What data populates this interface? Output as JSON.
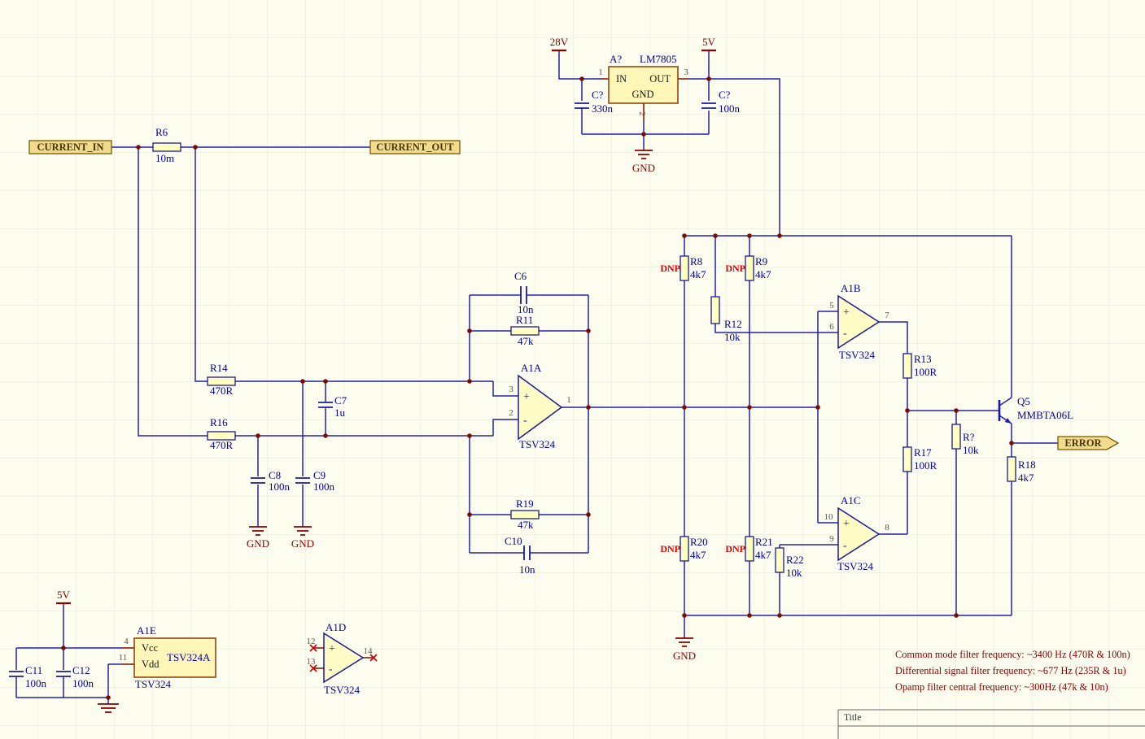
{
  "colors": {
    "background": "#FCFCEF",
    "grid_line": "#E8E8D6",
    "wire_blue": "#2121AE",
    "component_text_blue": "#0202A0",
    "pin_maroon": "#7A1000",
    "net_label_red": "#8B0000",
    "dnp_red": "#E00000",
    "port_fill": "#F0DC8C",
    "port_border": "#7A5800",
    "body_fill": "#FFFFC2",
    "ic_box_fill": "#FFF6B8",
    "ic_box_border": "#8A3C00"
  },
  "nets": {
    "v28": "28V",
    "v5": "5V",
    "gnd": "GND"
  },
  "ports": {
    "current_in": "CURRENT_IN",
    "current_out": "CURRENT_OUT",
    "error": "ERROR"
  },
  "regulator": {
    "designator": "A?",
    "part": "LM7805",
    "pin1_num": "1",
    "pin2_num": "2",
    "pin3_num": "3",
    "pin_in": "IN",
    "pin_out": "OUT",
    "pin_gnd": "GND",
    "cap_in_ref": "C?",
    "cap_in_val": "330n",
    "cap_out_ref": "C?",
    "cap_out_val": "100n"
  },
  "resistors": {
    "r6": {
      "ref": "R6",
      "val": "10m"
    },
    "r14": {
      "ref": "R14",
      "val": "470R"
    },
    "r16": {
      "ref": "R16",
      "val": "470R"
    },
    "r11": {
      "ref": "R11",
      "val": "47k"
    },
    "r19": {
      "ref": "R19",
      "val": "47k"
    },
    "r8": {
      "ref": "R8",
      "val": "4k7"
    },
    "r9": {
      "ref": "R9",
      "val": "4k7"
    },
    "r12": {
      "ref": "R12",
      "val": "10k"
    },
    "r20": {
      "ref": "R20",
      "val": "4k7"
    },
    "r21": {
      "ref": "R21",
      "val": "4k7"
    },
    "r22": {
      "ref": "R22",
      "val": "10k"
    },
    "r13": {
      "ref": "R13",
      "val": "100R"
    },
    "r17": {
      "ref": "R17",
      "val": "100R"
    },
    "rq": {
      "ref": "R?",
      "val": "10k"
    },
    "r18": {
      "ref": "R18",
      "val": "4k7"
    }
  },
  "dnp_label": "DNP",
  "capacitors": {
    "c6": {
      "ref": "C6",
      "val": "10n"
    },
    "c7": {
      "ref": "C7",
      "val": "1u"
    },
    "c8": {
      "ref": "C8",
      "val": "100n"
    },
    "c9": {
      "ref": "C9",
      "val": "100n"
    },
    "c10": {
      "ref": "C10",
      "val": "10n"
    },
    "c11": {
      "ref": "C11",
      "val": "100n"
    },
    "c12": {
      "ref": "C12",
      "val": "100n"
    }
  },
  "opamps": {
    "plus": "+",
    "minus": "-",
    "a1a": {
      "ref": "A1A",
      "part": "TSV324",
      "pin_plus": "3",
      "pin_minus": "2",
      "pin_out": "1"
    },
    "a1b": {
      "ref": "A1B",
      "part": "TSV324",
      "pin_plus": "5",
      "pin_minus": "6",
      "pin_out": "7"
    },
    "a1c": {
      "ref": "A1C",
      "part": "TSV324",
      "pin_plus": "10",
      "pin_minus": "9",
      "pin_out": "8"
    },
    "a1d": {
      "ref": "A1D",
      "part": "TSV324",
      "pin_plus": "12",
      "pin_minus": "13",
      "pin_out": "14"
    }
  },
  "transistor": {
    "ref": "Q5",
    "part": "MMBTA06L"
  },
  "power_part": {
    "ref": "A1E",
    "inner_part": "TSV324A",
    "part": "TSV324",
    "pin_vcc": "Vcc",
    "pin_vdd": "Vdd",
    "pin4_num": "4",
    "pin11_num": "11"
  },
  "notes": [
    "Common mode filter frequency: ~3400 Hz (470R & 100n)",
    "Differential signal filter frequency: ~677 Hz (235R & 1u)",
    "Opamp filter central frequency: ~300Hz (47k & 10n)"
  ],
  "title_block": {
    "title_label": "Title"
  }
}
